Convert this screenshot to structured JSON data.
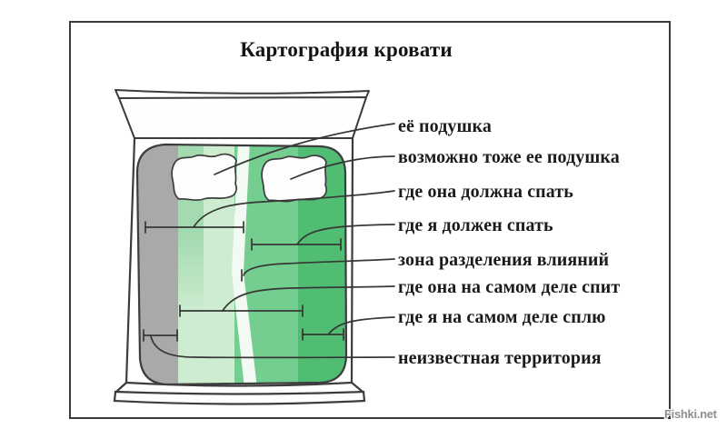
{
  "title": "Картография кровати",
  "watermark": "Fishki.net",
  "colors": {
    "frame": "#3a3a3a",
    "ink": "#373737",
    "zone_gray": "#a9aaa7",
    "zone_green_light": "#a4dab0",
    "zone_green_pale": "#cdecd0",
    "zone_white_strip": "#f3faf3",
    "zone_green_medium": "#74ce90",
    "zone_green_dark": "#50bd72"
  },
  "labels": [
    {
      "text": "её подушка"
    },
    {
      "text": "возможно тоже ее подушка"
    },
    {
      "text": "где она должна спать"
    },
    {
      "text": "где я должен спать"
    },
    {
      "text": "зона разделения влияний"
    },
    {
      "text": "где она на самом деле спит"
    },
    {
      "text": "где я на самом деле сплю"
    },
    {
      "text": "неизвестная территория"
    }
  ]
}
